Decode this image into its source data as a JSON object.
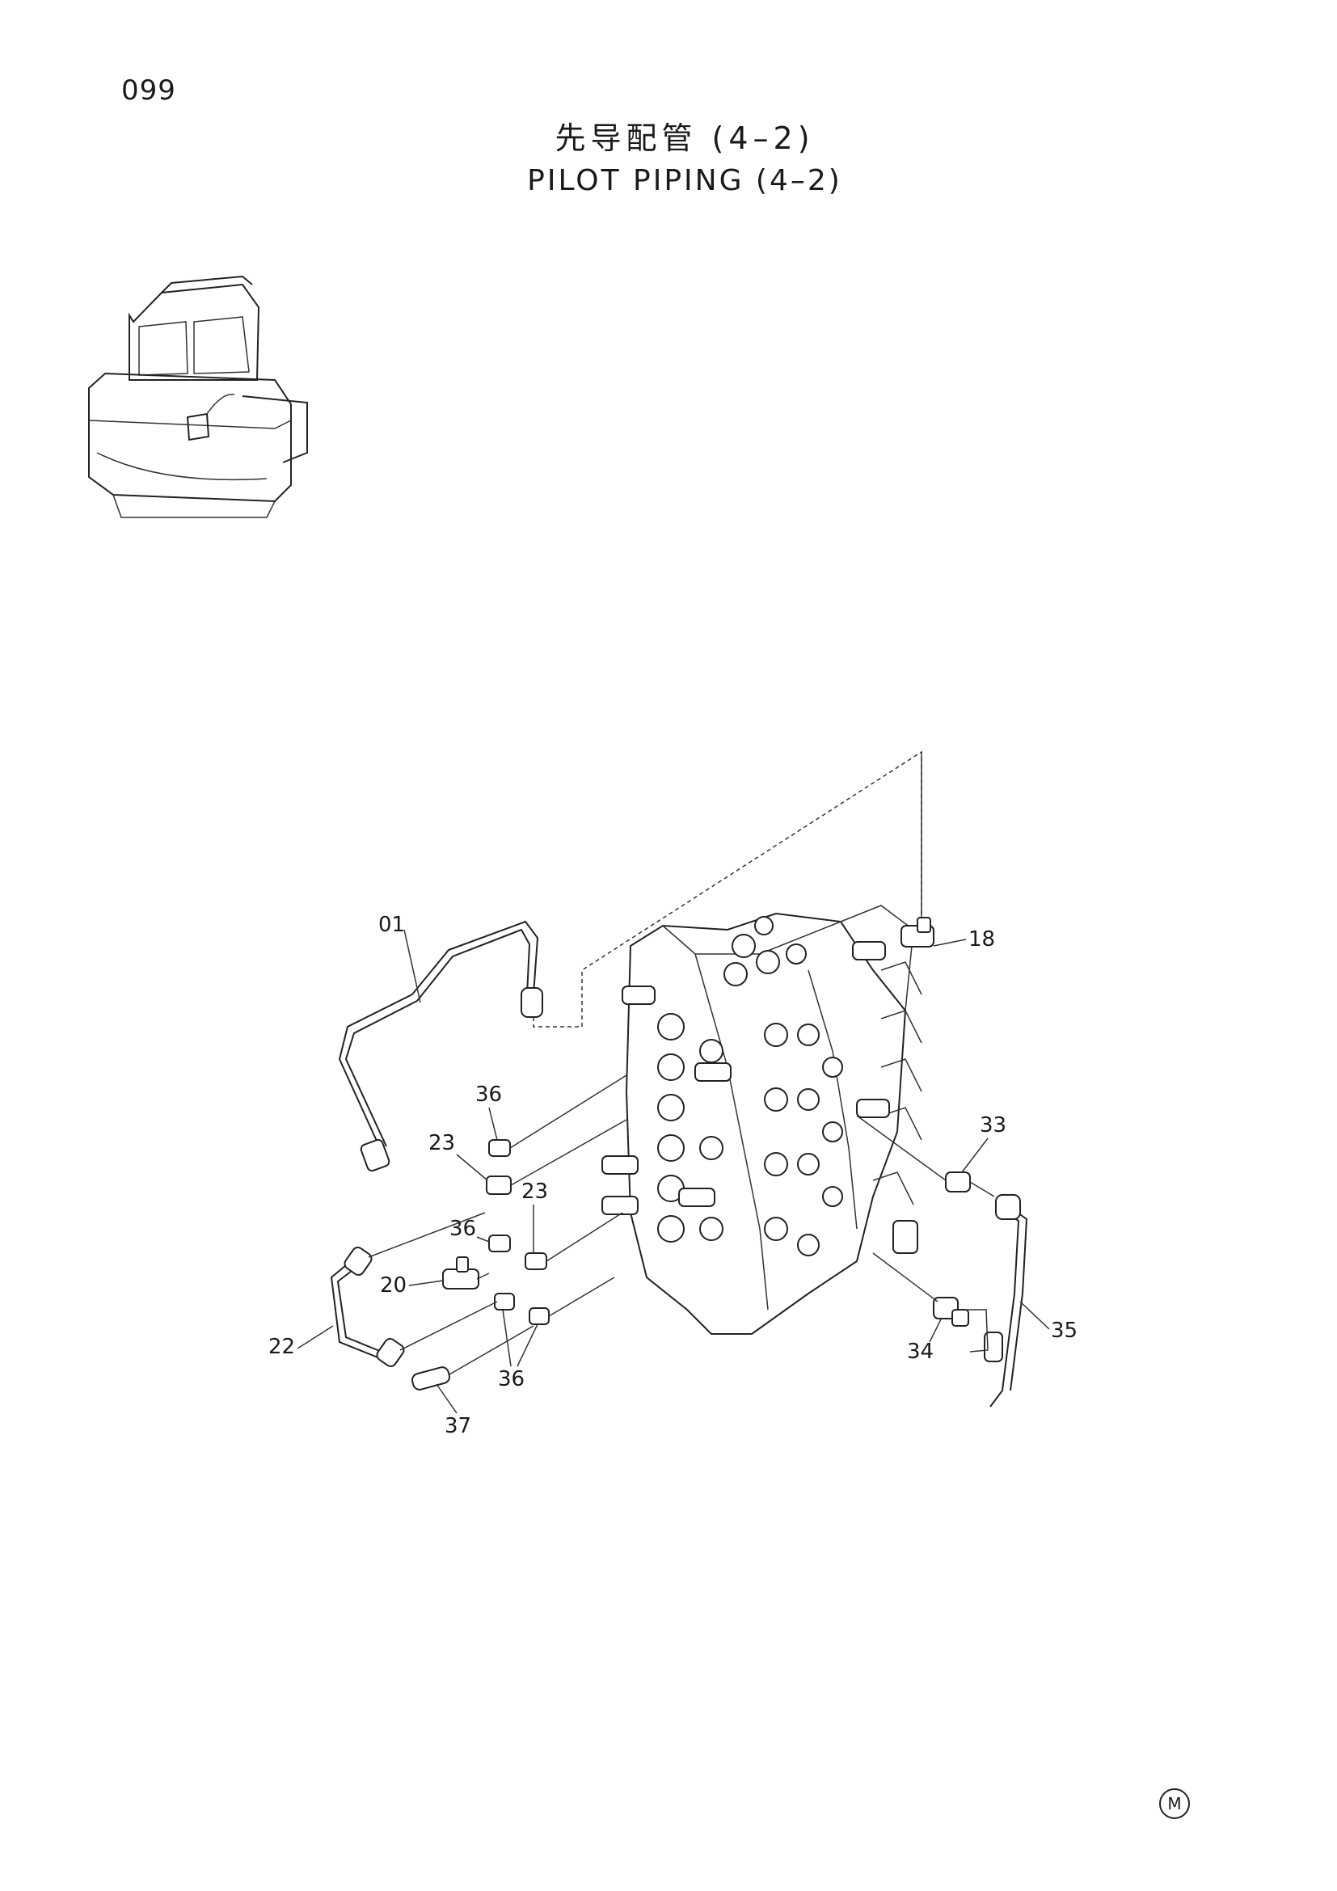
{
  "page_number": "099",
  "title_cn": "先导配管 (4–2)",
  "title_en": "PILOT PIPING (4–2)",
  "callouts": {
    "c01": "01",
    "c18": "18",
    "c36a": "36",
    "c23a": "23",
    "c23b": "23",
    "c36b": "36",
    "c20": "20",
    "c22": "22",
    "c36c": "36",
    "c37": "37",
    "c33": "33",
    "c34": "34",
    "c35": "35"
  },
  "corner_mark": "M"
}
